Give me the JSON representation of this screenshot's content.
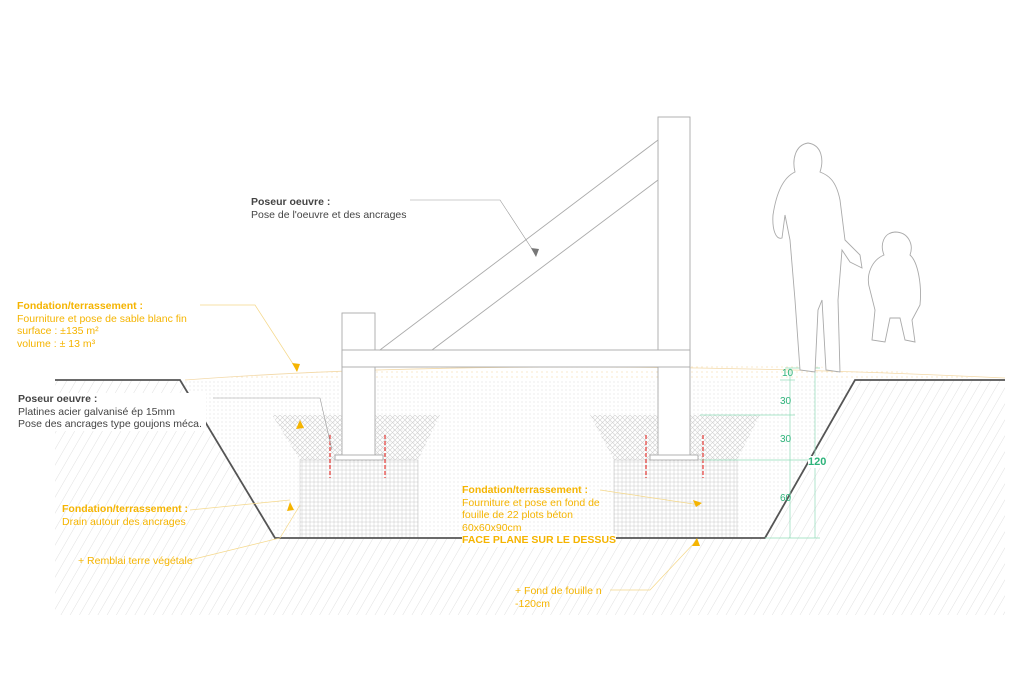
{
  "colors": {
    "annotation": "#f5b400",
    "dimension": "#2db37a",
    "anchor": "#e53935",
    "ground": "#555555"
  },
  "labels": {
    "artist_top": {
      "title": "Poseur oeuvre :",
      "line1": "Pose de l'oeuvre et des ancrages"
    },
    "sand": {
      "title": "Fondation/terrassement :",
      "line1": "Fourniture et pose de sable blanc fin",
      "line2": "surface : ±135 m²",
      "line3": "volume : ± 13 m³"
    },
    "artist_plates": {
      "title": "Poseur oeuvre :",
      "line1": "Platines acier galvanisé ép 15mm",
      "line2": "Pose des ancrages type goujons méca."
    },
    "drain": {
      "title": "Fondation/terrassement :",
      "line1": "Drain autour des ancrages"
    },
    "backfill": {
      "line1": "+ Remblai terre végétale"
    },
    "plots": {
      "title": "Fondation/terrassement :",
      "line1": "Fourniture et pose en fond de",
      "line2": "fouille de 22 plots béton",
      "line3": "60x60x90cm",
      "line4": "FACE PLANE SUR LE DESSUS"
    },
    "bottom": {
      "line1": "+ Fond de fouille n",
      "line2": "-120cm"
    }
  },
  "dimensions": {
    "d1": "10",
    "d2": "30",
    "d3": "30",
    "d4": "60",
    "total": "120"
  }
}
